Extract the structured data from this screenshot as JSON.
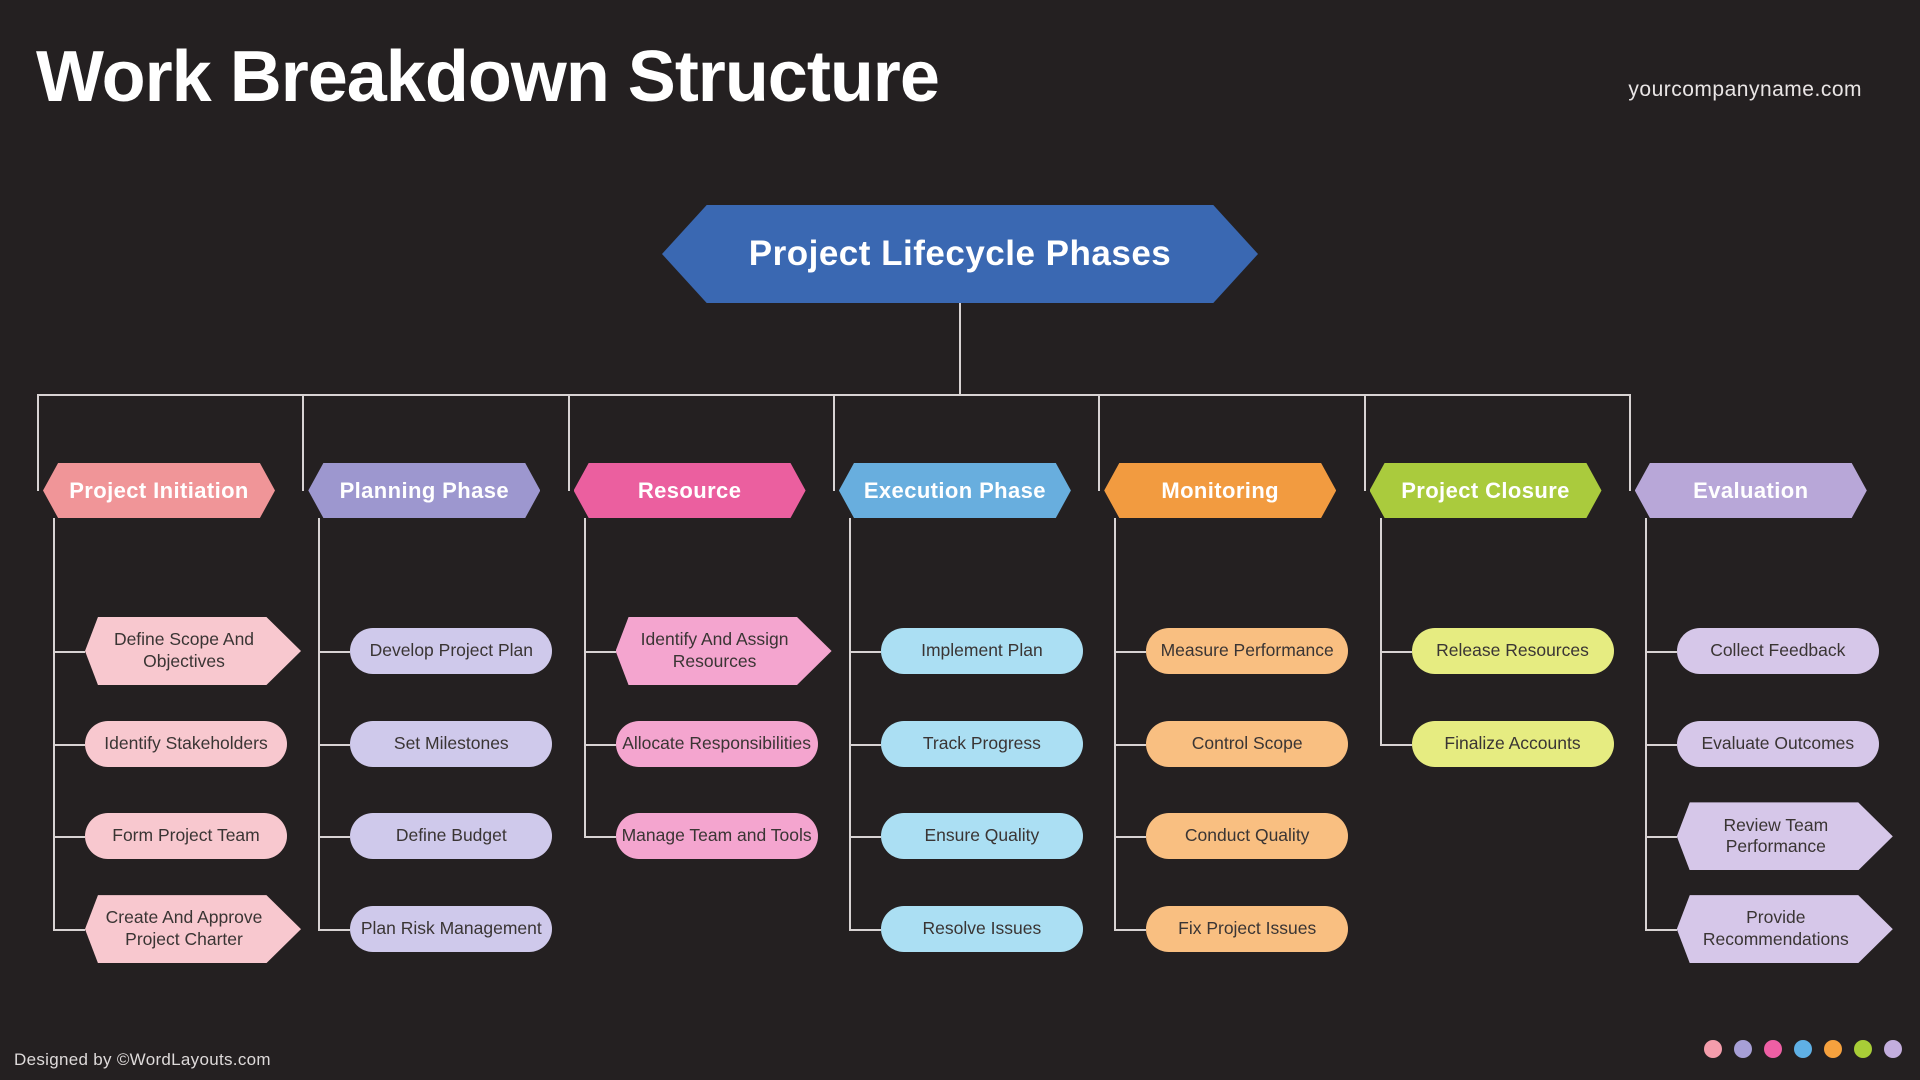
{
  "page": {
    "title": "Work Breakdown Structure",
    "company": "yourcompanyname.com",
    "footer": "Designed by ©WordLayouts.com",
    "background": "#242021",
    "connector_color": "#d8d3d3"
  },
  "root": {
    "label": "Project Lifecycle Phases",
    "color": "#3a68b2",
    "text_color": "#ffffff"
  },
  "columns": [
    {
      "label": "Project Initiation",
      "header_color": "#f09598",
      "item_color": "#f8c8cf",
      "items": [
        {
          "label": "Define Scope And Objectives",
          "shape": "hexagon"
        },
        {
          "label": "Identify Stakeholders",
          "shape": "pill"
        },
        {
          "label": "Form Project Team",
          "shape": "pill"
        },
        {
          "label": "Create And Approve Project Charter",
          "shape": "hexagon"
        }
      ]
    },
    {
      "label": "Planning Phase",
      "header_color": "#9d97cf",
      "item_color": "#cfc9eb",
      "items": [
        {
          "label": "Develop Project Plan",
          "shape": "pill"
        },
        {
          "label": "Set Milestones",
          "shape": "pill"
        },
        {
          "label": "Define Budget",
          "shape": "pill"
        },
        {
          "label": "Plan Risk Management",
          "shape": "pill"
        }
      ]
    },
    {
      "label": "Resource",
      "header_color": "#eb5f9f",
      "item_color": "#f4a5cf",
      "items": [
        {
          "label": "Identify And Assign Resources",
          "shape": "hexagon"
        },
        {
          "label": "Allocate Responsibilities",
          "shape": "pill"
        },
        {
          "label": "Manage Team and Tools",
          "shape": "pill"
        }
      ]
    },
    {
      "label": "Execution Phase",
      "header_color": "#68aede",
      "item_color": "#abdff3",
      "items": [
        {
          "label": "Implement Plan",
          "shape": "pill"
        },
        {
          "label": "Track Progress",
          "shape": "pill"
        },
        {
          "label": "Ensure Quality",
          "shape": "pill"
        },
        {
          "label": "Resolve Issues",
          "shape": "pill"
        }
      ]
    },
    {
      "label": "Monitoring",
      "header_color": "#f29b40",
      "item_color": "#f9bf81",
      "items": [
        {
          "label": "Measure Performance",
          "shape": "pill"
        },
        {
          "label": "Control Scope",
          "shape": "pill"
        },
        {
          "label": "Conduct Quality",
          "shape": "pill"
        },
        {
          "label": "Fix Project Issues",
          "shape": "pill"
        }
      ]
    },
    {
      "label": "Project Closure",
      "header_color": "#aacb3d",
      "item_color": "#e6ec81",
      "items": [
        {
          "label": "Release Resources",
          "shape": "pill"
        },
        {
          "label": "Finalize Accounts",
          "shape": "pill"
        }
      ]
    },
    {
      "label": "Evaluation",
      "header_color": "#b8a7d8",
      "item_color": "#d6c7e9",
      "items": [
        {
          "label": "Collect Feedback",
          "shape": "pill"
        },
        {
          "label": "Evaluate Outcomes",
          "shape": "pill"
        },
        {
          "label": "Review Team Performance",
          "shape": "hexagon"
        },
        {
          "label": "Provide Recommendations",
          "shape": "hexagon"
        }
      ]
    }
  ],
  "palette_dots": [
    "#f49dac",
    "#a79fd6",
    "#ee5fa4",
    "#5fb0e5",
    "#f6a13e",
    "#a8cd37",
    "#c3aede"
  ]
}
